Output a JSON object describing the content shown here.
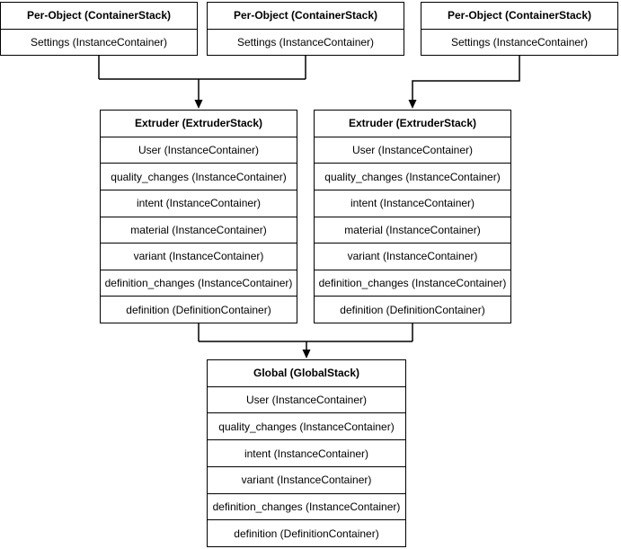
{
  "colors": {
    "border": "#000000",
    "background": "#ffffff",
    "text": "#000000"
  },
  "boxes": {
    "per_object_1": {
      "header": "Per-Object (ContainerStack)",
      "rows": [
        "Settings (InstanceContainer)"
      ]
    },
    "per_object_2": {
      "header": "Per-Object (ContainerStack)",
      "rows": [
        "Settings (InstanceContainer)"
      ]
    },
    "per_object_3": {
      "header": "Per-Object (ContainerStack)",
      "rows": [
        "Settings (InstanceContainer)"
      ]
    },
    "extruder_1": {
      "header": "Extruder (ExtruderStack)",
      "rows": [
        "User (InstanceContainer)",
        "quality_changes (InstanceContainer)",
        "intent (InstanceContainer)",
        "material (InstanceContainer)",
        "variant (InstanceContainer)",
        "definition_changes (InstanceContainer)",
        "definition (DefinitionContainer)"
      ]
    },
    "extruder_2": {
      "header": "Extruder (ExtruderStack)",
      "rows": [
        "User (InstanceContainer)",
        "quality_changes (InstanceContainer)",
        "intent (InstanceContainer)",
        "material (InstanceContainer)",
        "variant (InstanceContainer)",
        "definition_changes (InstanceContainer)",
        "definition (DefinitionContainer)"
      ]
    },
    "global_stack": {
      "header": "Global (GlobalStack)",
      "rows": [
        "User (InstanceContainer)",
        "quality_changes (InstanceContainer)",
        "intent (InstanceContainer)",
        "variant (InstanceContainer)",
        "definition_changes (InstanceContainer)",
        "definition (DefinitionContainer)"
      ]
    }
  }
}
